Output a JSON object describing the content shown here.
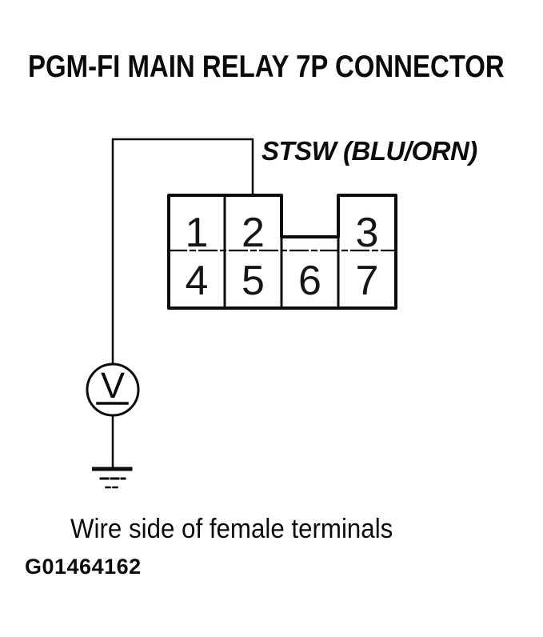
{
  "colors": {
    "ink": "#0b0b0b",
    "background": "#ffffff"
  },
  "title": "PGM-FI MAIN RELAY 7P CONNECTOR",
  "wire_label": "STSW (BLU/ORN)",
  "connector": {
    "pins": [
      "1",
      "2",
      "3",
      "4",
      "5",
      "6",
      "7"
    ]
  },
  "meter": {
    "symbol": "V"
  },
  "caption": "Wire side of female terminals",
  "figure_id": "G01464162"
}
